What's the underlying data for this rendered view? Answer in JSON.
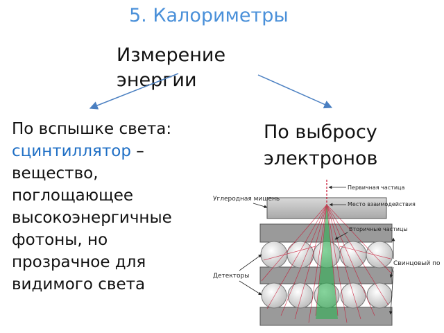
{
  "slide": {
    "title": "5. Калориметры",
    "subtitle": "Измерение энергии",
    "left": {
      "prefix": "По вспышке света:",
      "highlight": "сцинтиллятор",
      "rest_line1": " –",
      "lines": [
        "вещество,",
        "поглощающее",
        "высокоэнергичные",
        "фотоны, но",
        "прозрачное для",
        "видимого света"
      ]
    },
    "right_title": "По выбросу электронов"
  },
  "diagram": {
    "labels": {
      "target": "Углеродная мишень",
      "primary": "Первичная частица",
      "interaction": "Место взаимодействия",
      "secondary": "Вторичные частицы",
      "detectors": "Детекторы",
      "absorber": "Свинцовый поглотитель"
    }
  },
  "colors": {
    "title": "#4a90d9",
    "arrow": "#4a7fc1",
    "highlight": "#1f6fc5",
    "shower_red": "#c8102e",
    "core_green": "#22b04a"
  }
}
